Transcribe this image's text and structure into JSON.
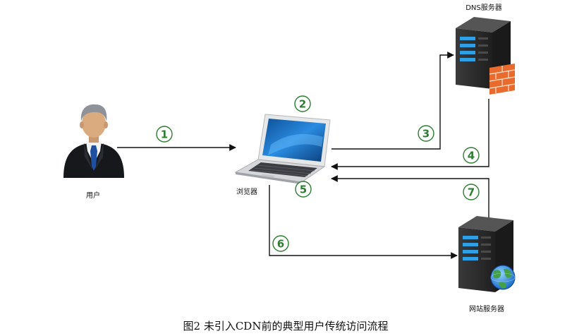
{
  "nodes": {
    "user": {
      "label": "用户"
    },
    "browser": {
      "label": "浏览器"
    },
    "dns": {
      "label": "DNS服务器"
    },
    "web": {
      "label": "网站服务器"
    }
  },
  "steps": [
    {
      "num": "1",
      "from": "user",
      "to": "browser"
    },
    {
      "num": "2",
      "at": "browser"
    },
    {
      "num": "3",
      "from": "browser",
      "to": "dns"
    },
    {
      "num": "4",
      "from": "dns",
      "to": "browser"
    },
    {
      "num": "5",
      "at": "browser"
    },
    {
      "num": "6",
      "from": "browser",
      "to": "web"
    },
    {
      "num": "7",
      "from": "web",
      "to": "browser"
    }
  ],
  "caption": "图2  未引入CDN前的典型用户传统访问流程",
  "colors": {
    "arrow": "#111111",
    "step": "#2e7d32",
    "server": "#2b2b2b",
    "server_light": "#3d3d3d",
    "server_led": "#2f9fe6",
    "firewall": "#e86a2c",
    "suit": "#16181c",
    "tie": "#1f4fa0",
    "skin": "#d9ab7e",
    "hair": "#8f9299",
    "screen": "#1b77c9",
    "laptop_body": "#d5d7da"
  },
  "icons": {
    "user": "businessman-icon",
    "browser": "laptop-icon",
    "dns": "server-tower-icon",
    "firewall": "firewall-brick-icon",
    "web": "server-tower-icon",
    "globe": "globe-icon"
  }
}
